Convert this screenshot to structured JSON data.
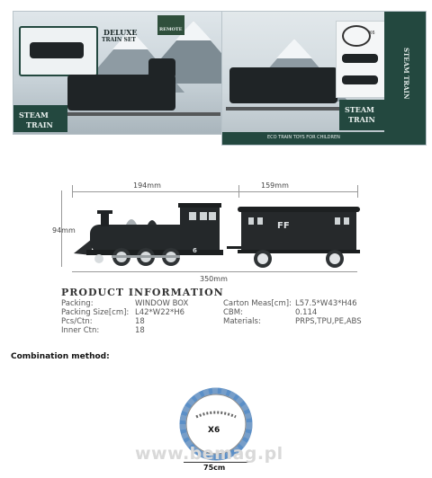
{
  "box": {
    "front_brand": "DELUXE",
    "front_subbrand": "TRAIN SET",
    "front_logo_text": "REMOTE",
    "front_title_line1": "STEAM",
    "front_title_line2": "TRAIN",
    "side_title_line1": "STEAM",
    "side_title_line2": "TRAIN",
    "side_title_vertical": "STEAM TRAIN",
    "side_footer": "ECO TRAIN TOYS FOR CHILDREN",
    "track_count": "X6"
  },
  "dimensions": {
    "locomotive_length": "194mm",
    "car_length": "159mm",
    "height": "94mm",
    "total_length": "350mm"
  },
  "train": {
    "loco_number": "6",
    "car_letters": "FF"
  },
  "product_info": {
    "title": "PRODUCT INFORMATION",
    "left": [
      {
        "label": "Packing:",
        "value": "WINDOW BOX"
      },
      {
        "label": "Packing Size[cm]:",
        "value": "L42*W22*H6"
      },
      {
        "label": "Pcs/Ctn:",
        "value": "18"
      },
      {
        "label": "Inner Ctn:",
        "value": "18"
      }
    ],
    "right": [
      {
        "label": "Carton Meas[cm]:",
        "value": "L57.5*W43*H46"
      },
      {
        "label": "CBM:",
        "value": "0.114"
      },
      {
        "label": "Materials:",
        "value": "PRPS,TPU,PE,ABS"
      }
    ]
  },
  "combination": {
    "title": "Combination method:",
    "track_count": "X6",
    "diameter": "75cm"
  },
  "watermark": "www.bemag.pl"
}
